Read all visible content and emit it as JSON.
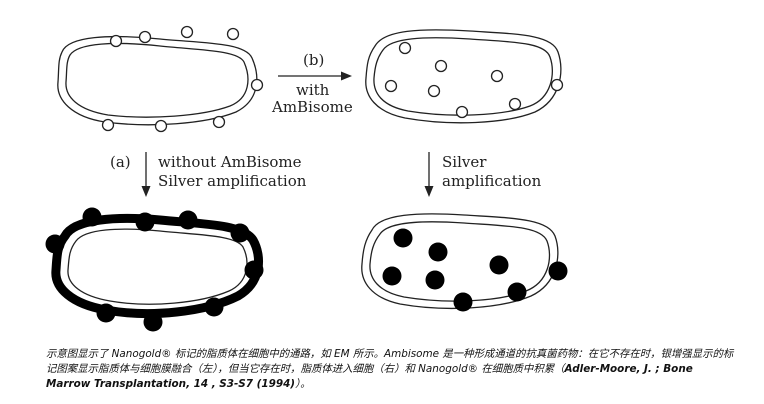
{
  "labels": {
    "b": "(b)",
    "with": "with",
    "ambisome": "AmBisome",
    "a": "(a)",
    "without_ambisome": "without AmBisome",
    "silver_amplification_left": "Silver amplification",
    "silver": "Silver",
    "amplification": "amplification"
  },
  "caption": {
    "text": "示意图显示了 Nanogold® 标记的脂质体在细胞中的通路，如 EM 所示。Ambisome 是一种形成通道的抗真菌药物：在它不存在时，银增强显示的标记图案显示脂质体与细胞膜融合（左），但当它存在时，脂质体进入细胞（右）和 Nanogold® 在细胞质中积累（",
    "reference": "Adler-Moore, J. ; Bone Marrow Transplantation, 14 , S3-S7 (1994)",
    "closing": "）。"
  },
  "colors": {
    "stroke": "#222222",
    "dot": "#000000",
    "background": "#ffffff"
  }
}
